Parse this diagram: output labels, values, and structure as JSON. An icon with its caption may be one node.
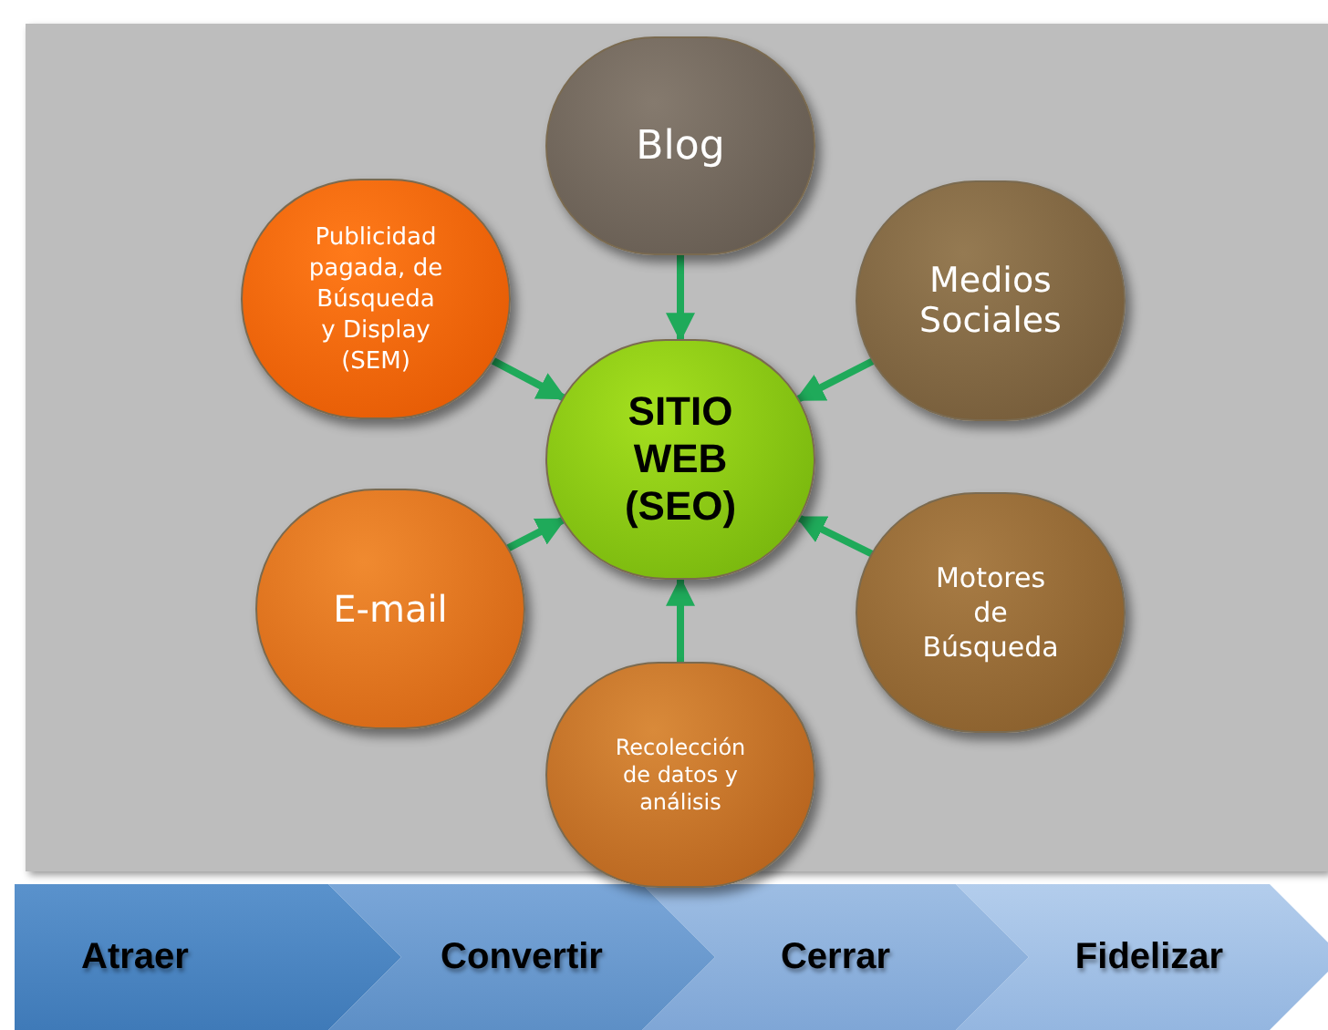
{
  "diagram": {
    "nodes": [
      {
        "text": [
          "Blog"
        ]
      },
      {
        "text": [
          "Publicidad pagada, de Búsqueda y Display (SEM)"
        ]
      },
      {
        "text": [
          "Medios Sociales"
        ]
      },
      {
        "text": [
          "SITIO WEB",
          "(SEO)"
        ]
      },
      {
        "text": [
          "E-mail"
        ]
      },
      {
        "text": [
          "Motores de Búsqueda"
        ]
      },
      {
        "text": [
          "Recolección de datos y análisis"
        ]
      },
      {
        "text": [
          "Atraer"
        ]
      },
      {
        "text": [
          "Convertir"
        ]
      },
      {
        "text": [
          "Cerrar"
        ]
      },
      {
        "text": [
          "Fidelizar"
        ]
      }
    ],
    "edges": [
      {
        "from": 0,
        "to": 3,
        "arrow": "to"
      },
      {
        "from": 1,
        "to": 3,
        "arrow": "to"
      },
      {
        "from": 2,
        "to": 3,
        "arrow": "to"
      },
      {
        "from": 4,
        "to": 3,
        "arrow": "to"
      },
      {
        "from": 5,
        "to": 3,
        "arrow": "to"
      },
      {
        "from": 6,
        "to": 3,
        "arrow": "to"
      }
    ]
  }
}
